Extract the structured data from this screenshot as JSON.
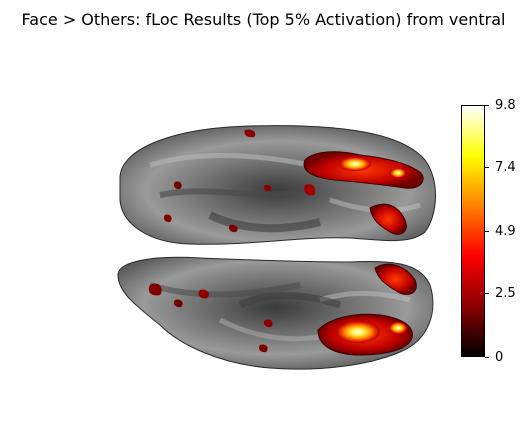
{
  "figure": {
    "title": "Face > Others: fLoc Results (Top 5% Activation) from ventral",
    "subject": "ventral brain surface, both hemispheres, with thresholded activation overlay"
  },
  "colorbar": {
    "colormap": "hot",
    "min": 0,
    "max": 9.8,
    "ticks": [
      {
        "value": 0,
        "label": "0"
      },
      {
        "value": 2.5,
        "label": "2.5"
      },
      {
        "value": 4.9,
        "label": "4.9"
      },
      {
        "value": 7.4,
        "label": "7.4"
      },
      {
        "value": 9.8,
        "label": "9.8"
      }
    ],
    "colors": [
      "#000000",
      "#8b0000",
      "#ff0000",
      "#ff8000",
      "#ffff00",
      "#ffffff"
    ]
  }
}
